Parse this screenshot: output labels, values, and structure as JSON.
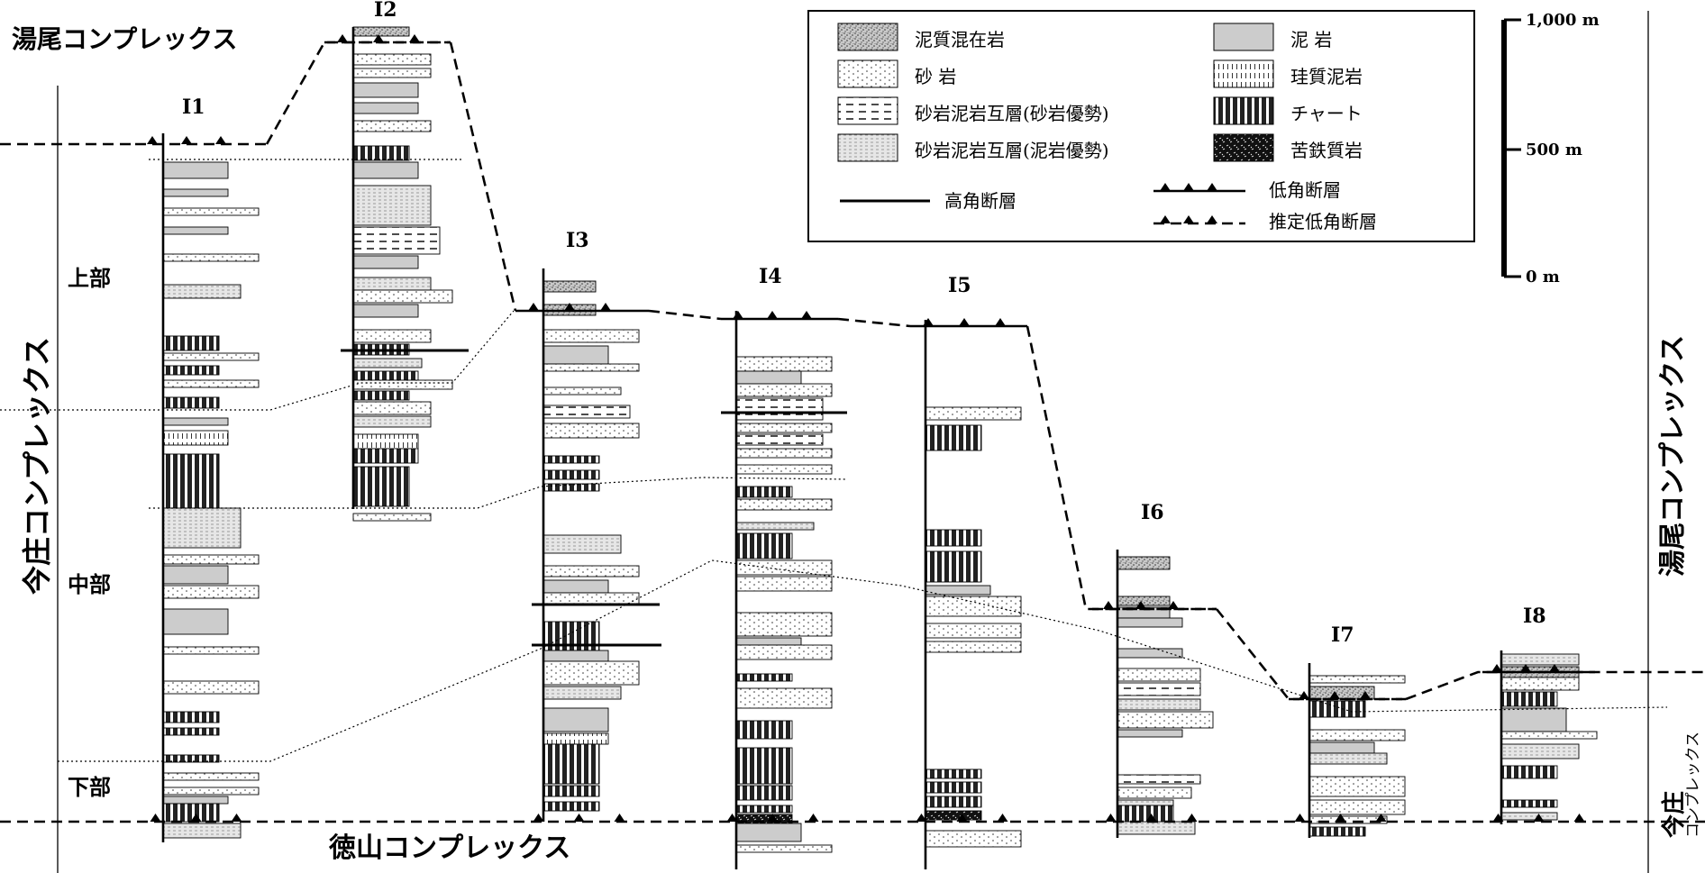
{
  "labels": {
    "yuo_top": "湯尾コンプレックス",
    "tokuyama": "徳山コンプレックス",
    "imajo_main": "今庄コンプレックス",
    "yuo_right": "湯尾コンプレックス",
    "imajo_small_1": "今庄",
    "imajo_small_2": "コンプレックス",
    "upper": "上部",
    "middle": "中部",
    "lower": "下部"
  },
  "columns": [
    {
      "id": "I1",
      "label": "I1"
    },
    {
      "id": "I2",
      "label": "I2"
    },
    {
      "id": "I3",
      "label": "I3"
    },
    {
      "id": "I4",
      "label": "I4"
    },
    {
      "id": "I5",
      "label": "I5"
    },
    {
      "id": "I6",
      "label": "I6"
    },
    {
      "id": "I7",
      "label": "I7"
    },
    {
      "id": "I8",
      "label": "I8"
    }
  ],
  "legend": {
    "items": [
      {
        "key": "melange",
        "label": "泥質混在岩"
      },
      {
        "key": "mudstone",
        "label": "泥 岩"
      },
      {
        "key": "sandstone",
        "label": "砂 岩"
      },
      {
        "key": "siliceous",
        "label": "珪質泥岩"
      },
      {
        "key": "alt_sand",
        "label": "砂岩泥岩互層(砂岩優勢)"
      },
      {
        "key": "chert",
        "label": "チャート"
      },
      {
        "key": "alt_mud",
        "label": "砂岩泥岩互層(泥岩優勢)"
      },
      {
        "key": "mafic",
        "label": "苦鉄質岩"
      }
    ],
    "high_angle": "高角断層",
    "low_angle": "低角断層",
    "inferred_low_angle": "推定低角断層"
  },
  "scale": {
    "top": "1,000 m",
    "mid": "500 m",
    "bottom": "0 m"
  }
}
